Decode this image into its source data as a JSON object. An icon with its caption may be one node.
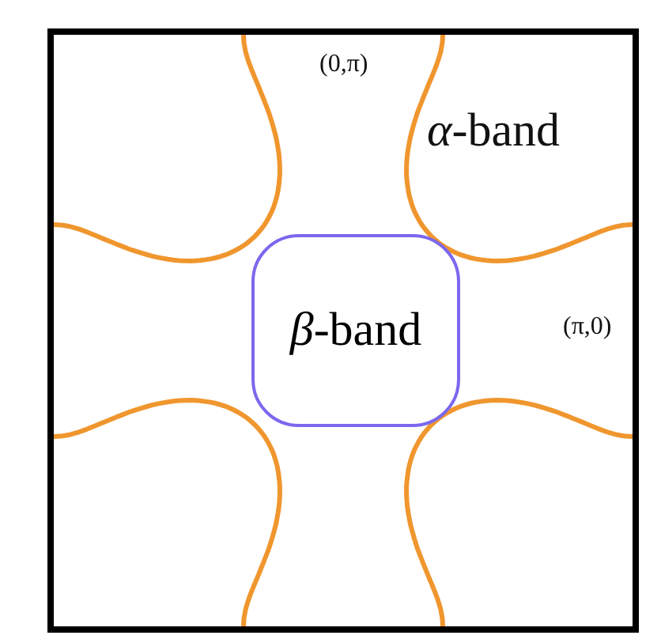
{
  "diagram": {
    "nodes": [
      {
        "text": [
          "*β*-band"
        ]
      }
    ],
    "edges": [],
    "labels": [
      "(0,π)",
      "*α*-band",
      "(π,0)"
    ]
  }
}
